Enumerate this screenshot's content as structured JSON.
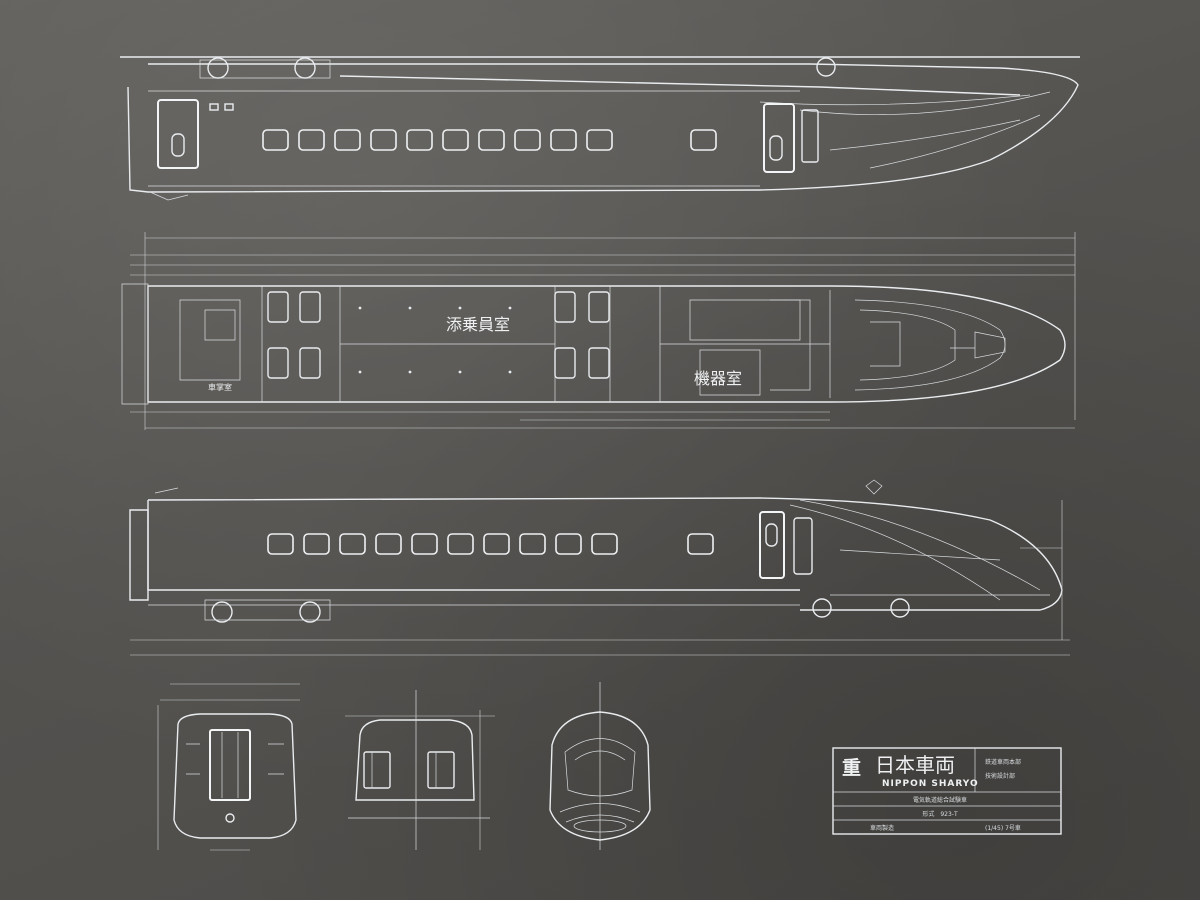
{
  "plan_labels": {
    "crew_room": "添乗員室",
    "equipment_room": "機器室",
    "small_room": "車掌室"
  },
  "title_block": {
    "logo_mark": "重",
    "company_jp": "日本車両",
    "company_en": "NIPPON SHARYO",
    "note_right_1": "鉄道車両本部",
    "note_right_2": "技術設計部",
    "project": "電気軌道総合試験車",
    "model": "形式　923-T",
    "footer_left": "車両製造",
    "footer_right": "(1/45) 7号車"
  },
  "colors": {
    "line": "#e9ecef",
    "plate": "#5a5754"
  }
}
